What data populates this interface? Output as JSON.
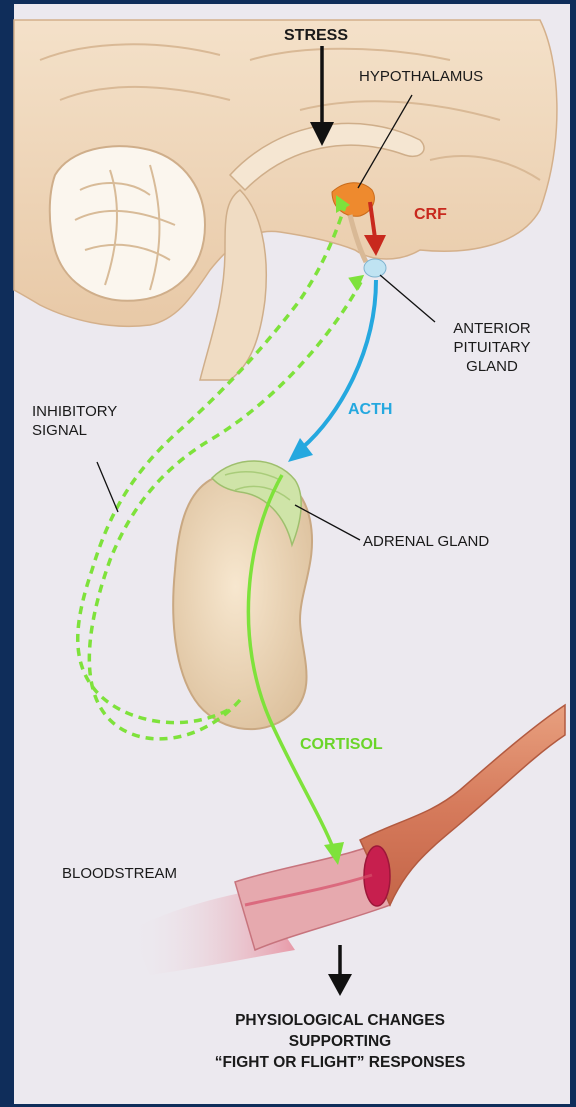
{
  "labels": {
    "stress": "STRESS",
    "hypothalamus": "HYPOTHALAMUS",
    "crf": "CRF",
    "anterior_pituitary": [
      "ANTERIOR",
      "PITUITARY",
      "GLAND"
    ],
    "acth": "ACTH",
    "inhibitory_signal": [
      "INHIBITORY",
      "SIGNAL"
    ],
    "adrenal_gland": "ADRENAL GLAND",
    "cortisol": "CORTISOL",
    "bloodstream": "BLOODSTREAM",
    "result": [
      "PHYSIOLOGICAL CHANGES",
      "SUPPORTING",
      "“FIGHT OR FLIGHT” RESPONSES"
    ]
  },
  "colors": {
    "frame": "#0f2d5a",
    "panel": "#ece9ef",
    "crf": "#c8291e",
    "acth": "#25a8df",
    "cortisol": "#7ee23b",
    "text": "#1a1a1a"
  },
  "icons": {
    "stress_arrow": "down-arrow-icon",
    "result_arrow": "down-arrow-icon"
  }
}
